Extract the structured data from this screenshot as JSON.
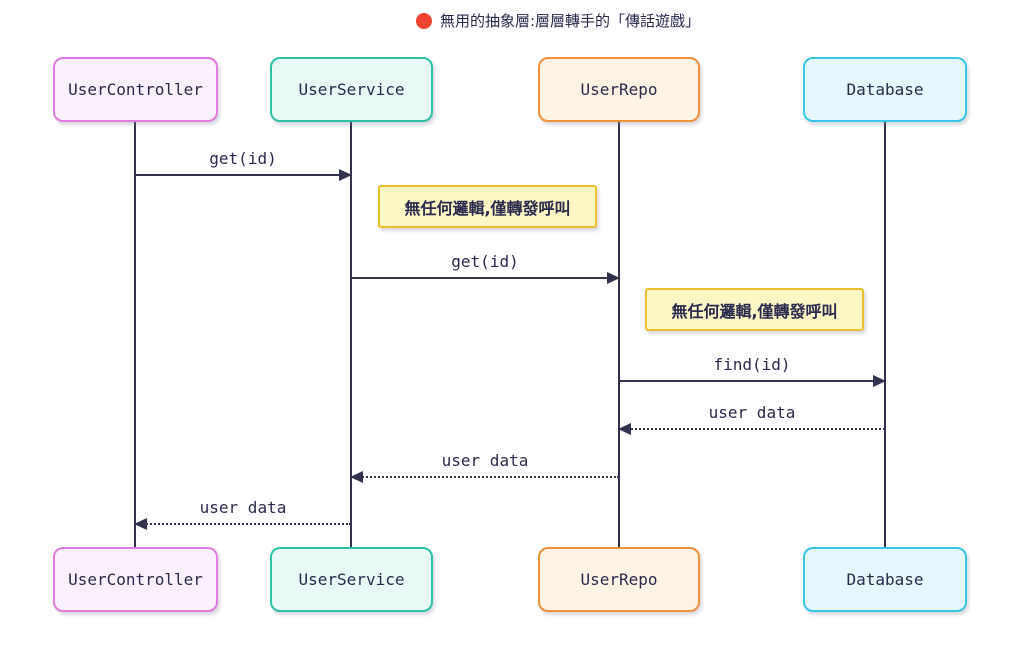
{
  "title": {
    "icon": "red-dot-icon",
    "text": "無用的抽象層:層層轉手的「傳話遊戲」"
  },
  "colors": {
    "text": "#2a2a4d",
    "line": "#33334d",
    "title_dot": "#ee4233",
    "note_fill": "#fdf7c6",
    "note_border": "#ecbf2e"
  },
  "actors": [
    {
      "id": "UserController",
      "label": "UserController",
      "fill": "#fbf0fe",
      "border": "#e07ce0"
    },
    {
      "id": "UserService",
      "label": "UserService",
      "fill": "#e9faf6",
      "border": "#2bc3a6"
    },
    {
      "id": "UserRepo",
      "label": "UserRepo",
      "fill": "#fdf3e5",
      "border": "#f0913a"
    },
    {
      "id": "Database",
      "label": "Database",
      "fill": "#e6f8fd",
      "border": "#35c6e8"
    }
  ],
  "messages": [
    {
      "from": "UserController",
      "to": "UserService",
      "label": "get(id)",
      "style": "solid"
    },
    {
      "from": "UserService",
      "to": "UserRepo",
      "label": "get(id)",
      "style": "solid"
    },
    {
      "from": "UserRepo",
      "to": "Database",
      "label": "find(id)",
      "style": "solid"
    },
    {
      "from": "Database",
      "to": "UserRepo",
      "label": "user data",
      "style": "dotted"
    },
    {
      "from": "UserRepo",
      "to": "UserService",
      "label": "user data",
      "style": "dotted"
    },
    {
      "from": "UserService",
      "to": "UserController",
      "label": "user data",
      "style": "dotted"
    }
  ],
  "notes": [
    {
      "over": [
        "UserService",
        "UserRepo"
      ],
      "text": "無任何邏輯,僅轉發呼叫"
    },
    {
      "over": [
        "UserRepo",
        "Database"
      ],
      "text": "無任何邏輯,僅轉發呼叫"
    }
  ]
}
